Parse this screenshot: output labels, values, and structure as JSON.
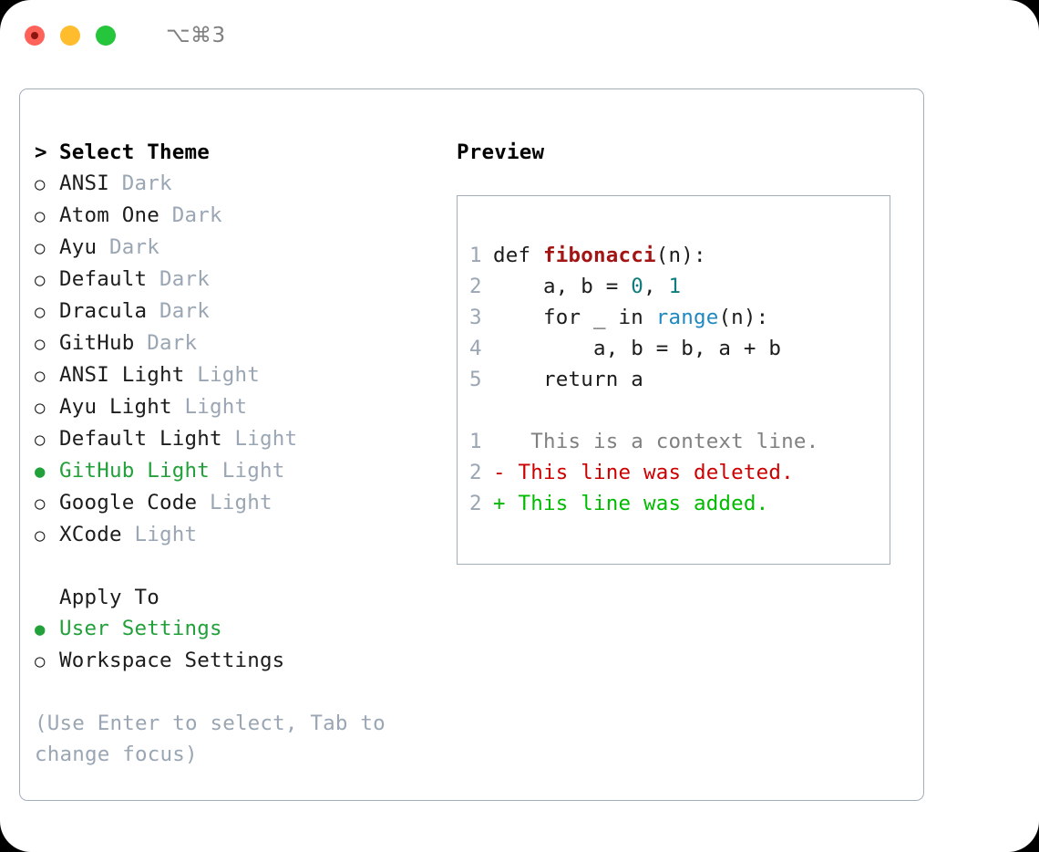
{
  "titlebar": {
    "shortcut": "⌥⌘3",
    "traffic_lights": [
      {
        "name": "close",
        "color": "#ff6259"
      },
      {
        "name": "minimize",
        "color": "#ffbd2e"
      },
      {
        "name": "maximize",
        "color": "#25c63c"
      }
    ]
  },
  "theme_picker": {
    "heading": "Select Theme",
    "heading_prefix": "> ",
    "items": [
      {
        "label": "ANSI",
        "variant": "Dark",
        "selected": false
      },
      {
        "label": "Atom One",
        "variant": "Dark",
        "selected": false
      },
      {
        "label": "Ayu",
        "variant": "Dark",
        "selected": false
      },
      {
        "label": "Default",
        "variant": "Dark",
        "selected": false
      },
      {
        "label": "Dracula",
        "variant": "Dark",
        "selected": false
      },
      {
        "label": "GitHub",
        "variant": "Dark",
        "selected": false
      },
      {
        "label": "ANSI Light",
        "variant": "Light",
        "selected": false
      },
      {
        "label": "Ayu Light",
        "variant": "Light",
        "selected": false
      },
      {
        "label": "Default Light",
        "variant": "Light",
        "selected": false
      },
      {
        "label": "GitHub Light",
        "variant": "Light",
        "selected": true
      },
      {
        "label": "Google Code",
        "variant": "Light",
        "selected": false
      },
      {
        "label": "XCode",
        "variant": "Light",
        "selected": false
      }
    ]
  },
  "apply_to": {
    "heading": "Apply To",
    "items": [
      {
        "label": "User Settings",
        "selected": true
      },
      {
        "label": "Workspace Settings",
        "selected": false
      }
    ]
  },
  "hint": "(Use Enter to select, Tab to change focus)",
  "preview": {
    "title": "Preview",
    "code_lines": [
      {
        "num": "1",
        "segments": [
          {
            "text": "def ",
            "style": "plain"
          },
          {
            "text": "fibonacci",
            "style": "func"
          },
          {
            "text": "(n):",
            "style": "plain"
          }
        ]
      },
      {
        "num": "2",
        "segments": [
          {
            "text": "    a, b = ",
            "style": "plain"
          },
          {
            "text": "0",
            "style": "num"
          },
          {
            "text": ", ",
            "style": "plain"
          },
          {
            "text": "1",
            "style": "num"
          }
        ]
      },
      {
        "num": "3",
        "segments": [
          {
            "text": "    for _ in ",
            "style": "plain"
          },
          {
            "text": "range",
            "style": "builtin"
          },
          {
            "text": "(n):",
            "style": "plain"
          }
        ]
      },
      {
        "num": "4",
        "segments": [
          {
            "text": "        a, b = b, a + b",
            "style": "plain"
          }
        ]
      },
      {
        "num": "5",
        "segments": [
          {
            "text": "    return a",
            "style": "plain"
          }
        ]
      }
    ],
    "diff_lines": [
      {
        "num": "1",
        "marker": " ",
        "text": "  This is a context line.",
        "kind": "context"
      },
      {
        "num": "2",
        "marker": "-",
        "text": " This line was deleted.",
        "kind": "deleted"
      },
      {
        "num": "2",
        "marker": "+",
        "text": " This line was added.",
        "kind": "added"
      }
    ]
  },
  "colors": {
    "selected_green": "#22a03a",
    "muted": "#9aa6b4",
    "border": "#a3aebc",
    "func_red": "#a31515",
    "number_teal": "#0f7b7b",
    "builtin_blue": "#1f88c0",
    "diff_delete": "#cc0000",
    "diff_add": "#00bb00"
  }
}
